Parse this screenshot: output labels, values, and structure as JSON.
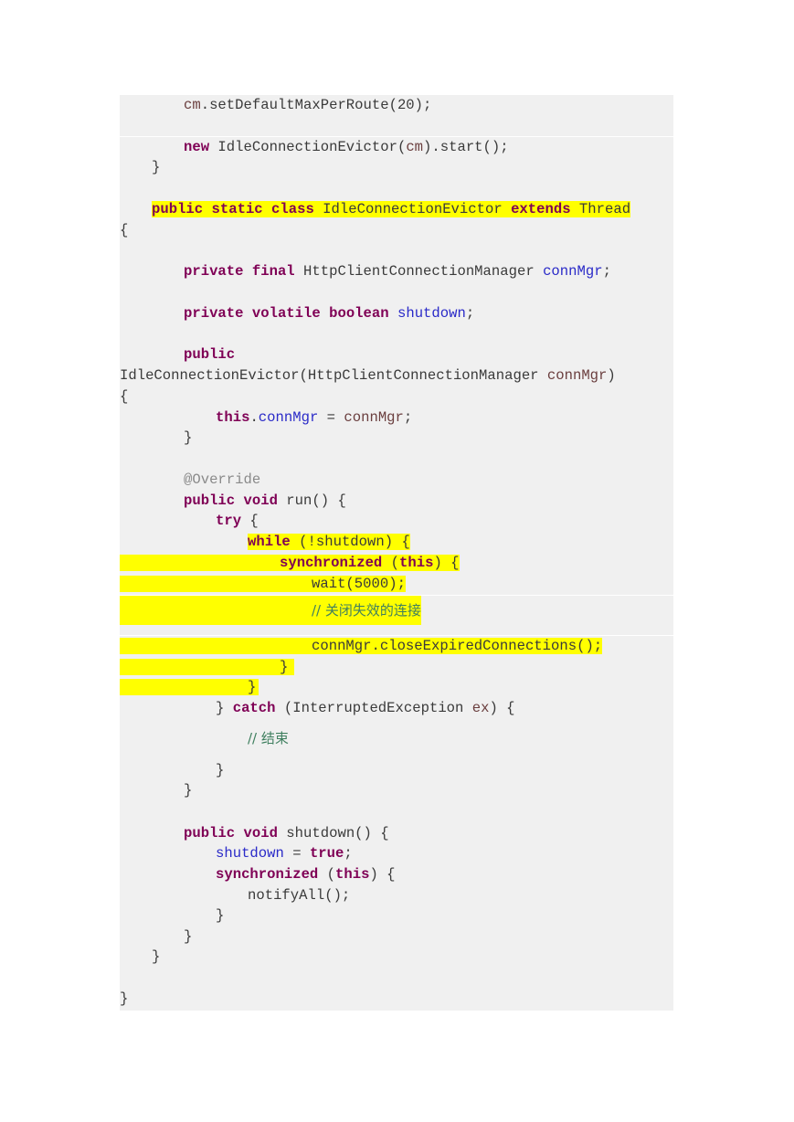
{
  "code": {
    "l01": {
      "a": "cm",
      "b": ".setDefaultMaxPerRoute(20);"
    },
    "l02": {
      "a": "new",
      "b": " IdleConnectionEvictor(",
      "c": "cm",
      "d": ").start();"
    },
    "l03": "}",
    "l04": {
      "a": "public",
      "b": " ",
      "c": "static",
      "d": " ",
      "e": "class",
      "f": " IdleConnectionEvictor ",
      "g": "extends",
      "h": " Thread"
    },
    "l05": "{",
    "l06": {
      "a": "private",
      "b": " ",
      "c": "final",
      "d": " HttpClientConnectionManager ",
      "e": "connMgr",
      "f": ";"
    },
    "l07": {
      "a": "private",
      "b": " ",
      "c": "volatile",
      "d": " ",
      "e": "boolean",
      "f": " ",
      "g": "shutdown",
      "h": ";"
    },
    "l08": "public",
    "l09": {
      "a": "IdleConnectionEvictor(HttpClientConnectionManager ",
      "b": "connMgr",
      "c": ")"
    },
    "l10": "{",
    "l11": {
      "a": "this",
      "b": ".",
      "c": "connMgr",
      "d": " = ",
      "e": "connMgr",
      "f": ";"
    },
    "l12": "}",
    "l13": "@Override",
    "l14": {
      "a": "public",
      "b": " ",
      "c": "void",
      "d": " run() {"
    },
    "l15": {
      "a": "try",
      "b": " {"
    },
    "l16": {
      "a": "while",
      "b": " (!shutdown) {"
    },
    "l17": {
      "a": "synchronized",
      "b": " (",
      "c": "this",
      "d": ") {"
    },
    "l18": "wait(5000);",
    "l19": "// 关闭失效的连接",
    "l20": "connMgr.closeExpiredConnections();",
    "l21": "}",
    "l22": "}",
    "l23": {
      "a": "} ",
      "b": "catch",
      "c": " (InterruptedException ",
      "d": "ex",
      "e": ") {"
    },
    "l24": "// 结束",
    "l25": "}",
    "l26": "}",
    "l27": {
      "a": "public",
      "b": " ",
      "c": "void",
      "d": " shutdown() {"
    },
    "l28": {
      "a": "shutdown",
      "b": " = ",
      "c": "true",
      "d": ";"
    },
    "l29": {
      "a": "synchronized",
      "b": " (",
      "c": "this",
      "d": ") {"
    },
    "l30": "notifyAll();",
    "l31": "}",
    "l32": "}",
    "l33": "}",
    "l34": "}"
  }
}
